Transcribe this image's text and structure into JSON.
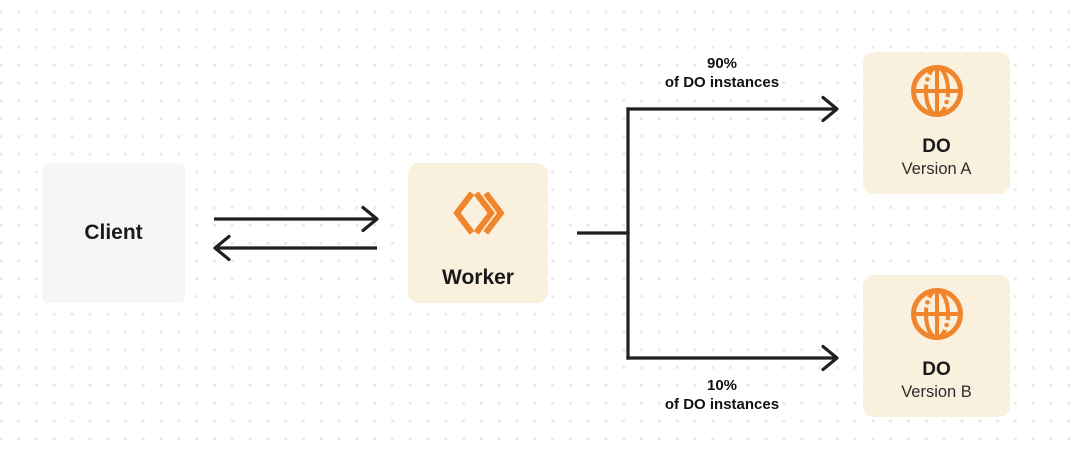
{
  "diagram": {
    "nodes": {
      "client": {
        "label": "Client"
      },
      "worker": {
        "label": "Worker",
        "icon": "workers-icon"
      },
      "do_a": {
        "title": "DO",
        "subtitle": "Version A",
        "icon": "durable-object-globe-icon"
      },
      "do_b": {
        "title": "DO",
        "subtitle": "Version B",
        "icon": "durable-object-globe-icon"
      }
    },
    "edge_labels": {
      "top": {
        "line1": "90%",
        "line2": "of DO instances"
      },
      "bottom": {
        "line1": "10%",
        "line2": "of DO instances"
      }
    },
    "colors": {
      "accent_orange": "#f0852c",
      "node_cream": "#faf0de",
      "client_gray": "#f6f6f7",
      "connector_dark": "#1f1f1f",
      "grid_dot": "#e8e8e8"
    }
  }
}
